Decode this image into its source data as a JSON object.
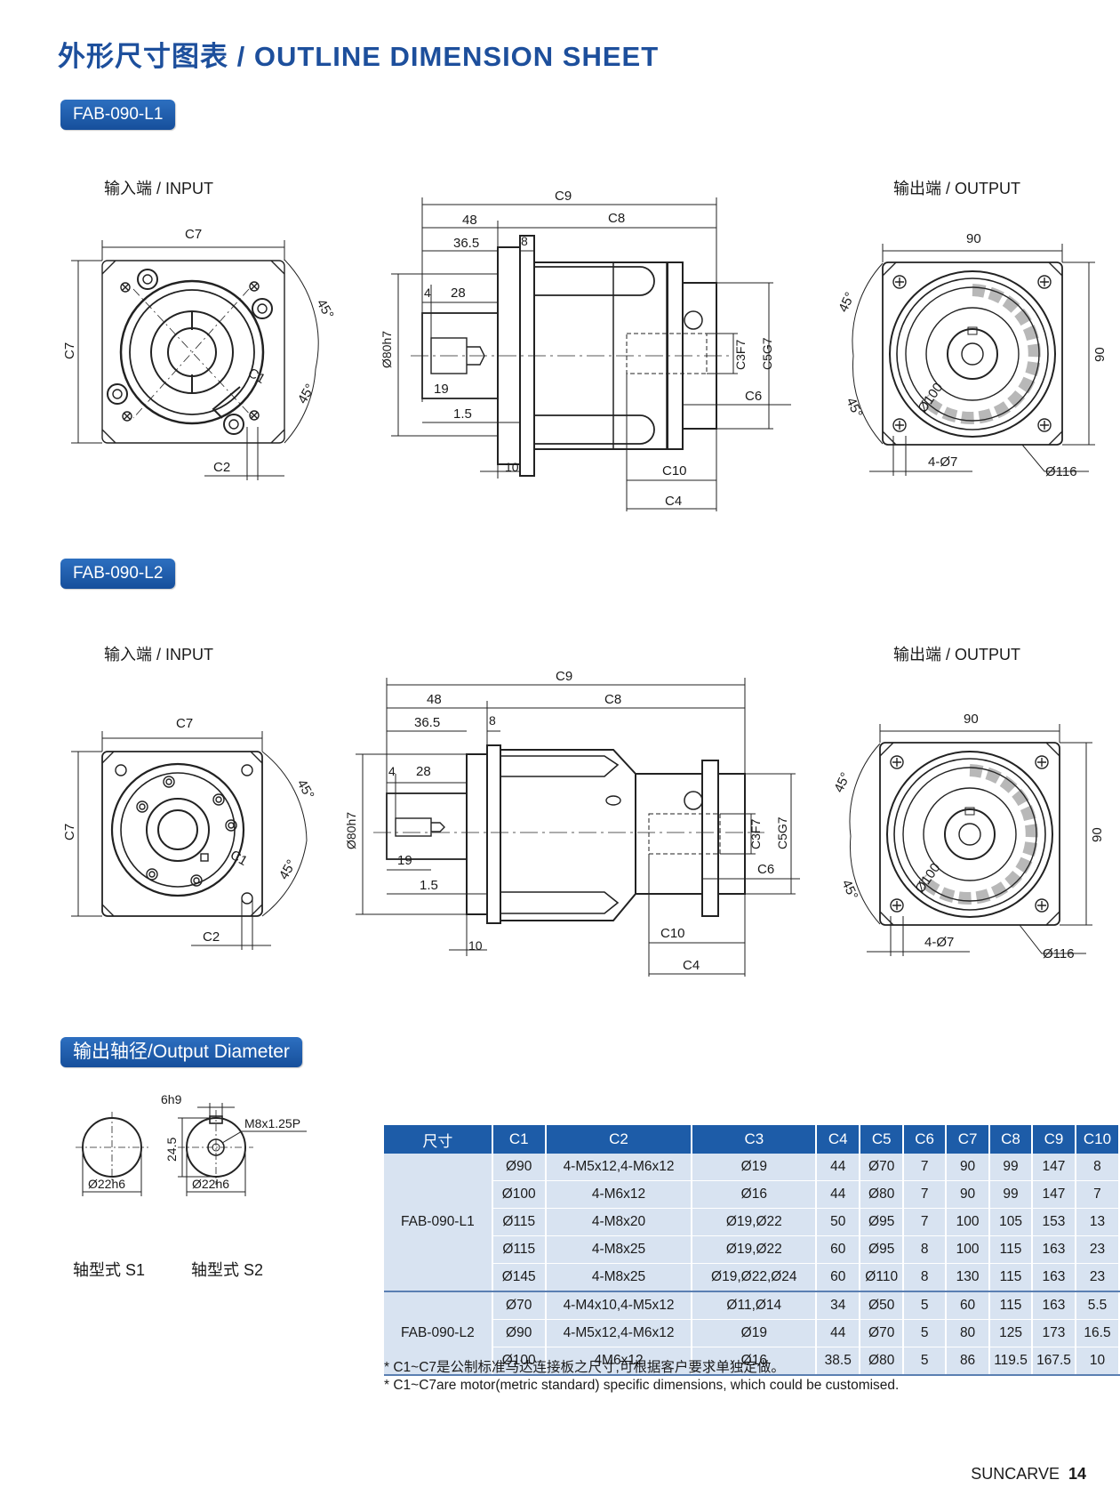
{
  "page": {
    "title": "外形尺寸图表 / OUTLINE DIMENSION SHEET",
    "brand": "SUNCARVE",
    "page_number": "14"
  },
  "section_l1": {
    "model": "FAB-090-L1",
    "input_label": "输入端 / INPUT",
    "output_label": "输出端 / OUTPUT"
  },
  "section_l2": {
    "model": "FAB-090-L2",
    "input_label": "输入端 / INPUT",
    "output_label": "输出端 / OUTPUT"
  },
  "dims": {
    "c1": "C1",
    "c2": "C2",
    "c3f7": "C3F7",
    "c4": "C4",
    "c5g7": "C5G7",
    "c6": "C6",
    "c7": "C7",
    "c8": "C8",
    "c9": "C9",
    "c10": "C10",
    "d48": "48",
    "d365": "36.5",
    "d8": "8",
    "d4": "4",
    "d28": "28",
    "d19": "19",
    "d15": "1.5",
    "d10": "10",
    "d80h7": "Ø80h7",
    "angle": "45°",
    "d90": "90",
    "d100": "Ø100",
    "holes": "4-Ø7",
    "d116": "Ø116"
  },
  "output_diameter": {
    "heading": "输出轴径/Output Diameter",
    "key_width": "6h9",
    "height": "24.5",
    "thread": "M8x1.25P",
    "shaft_s1_dia": "Ø22h6",
    "shaft_s2_dia": "Ø22h6",
    "s1_label": "轴型式 S1",
    "s2_label": "轴型式 S2"
  },
  "table": {
    "headers": [
      "尺寸",
      "C1",
      "C2",
      "C3",
      "C4",
      "C5",
      "C6",
      "C7",
      "C8",
      "C9",
      "C10"
    ],
    "groups": [
      {
        "model": "FAB-090-L1",
        "rows": [
          [
            "Ø90",
            "4-M5x12,4-M6x12",
            "Ø19",
            "44",
            "Ø70",
            "7",
            "90",
            "99",
            "147",
            "8"
          ],
          [
            "Ø100",
            "4-M6x12",
            "Ø16",
            "44",
            "Ø80",
            "7",
            "90",
            "99",
            "147",
            "7"
          ],
          [
            "Ø115",
            "4-M8x20",
            "Ø19,Ø22",
            "50",
            "Ø95",
            "7",
            "100",
            "105",
            "153",
            "13"
          ],
          [
            "Ø115",
            "4-M8x25",
            "Ø19,Ø22",
            "60",
            "Ø95",
            "8",
            "100",
            "115",
            "163",
            "23"
          ],
          [
            "Ø145",
            "4-M8x25",
            "Ø19,Ø22,Ø24",
            "60",
            "Ø110",
            "8",
            "130",
            "115",
            "163",
            "23"
          ]
        ]
      },
      {
        "model": "FAB-090-L2",
        "rows": [
          [
            "Ø70",
            "4-M4x10,4-M5x12",
            "Ø11,Ø14",
            "34",
            "Ø50",
            "5",
            "60",
            "115",
            "163",
            "5.5"
          ],
          [
            "Ø90",
            "4-M5x12,4-M6x12",
            "Ø19",
            "44",
            "Ø70",
            "5",
            "80",
            "125",
            "173",
            "16.5"
          ],
          [
            "Ø100",
            "4M6x12",
            "Ø16",
            "38.5",
            "Ø80",
            "5",
            "86",
            "119.5",
            "167.5",
            "10"
          ]
        ]
      }
    ]
  },
  "notes": {
    "cn": "* C1~C7是公制标准马达连接板之尺寸,可根据客户要求单独定做。",
    "en": "* C1~C7are motor(metric standard)  specific dimensions, which could be customised."
  }
}
